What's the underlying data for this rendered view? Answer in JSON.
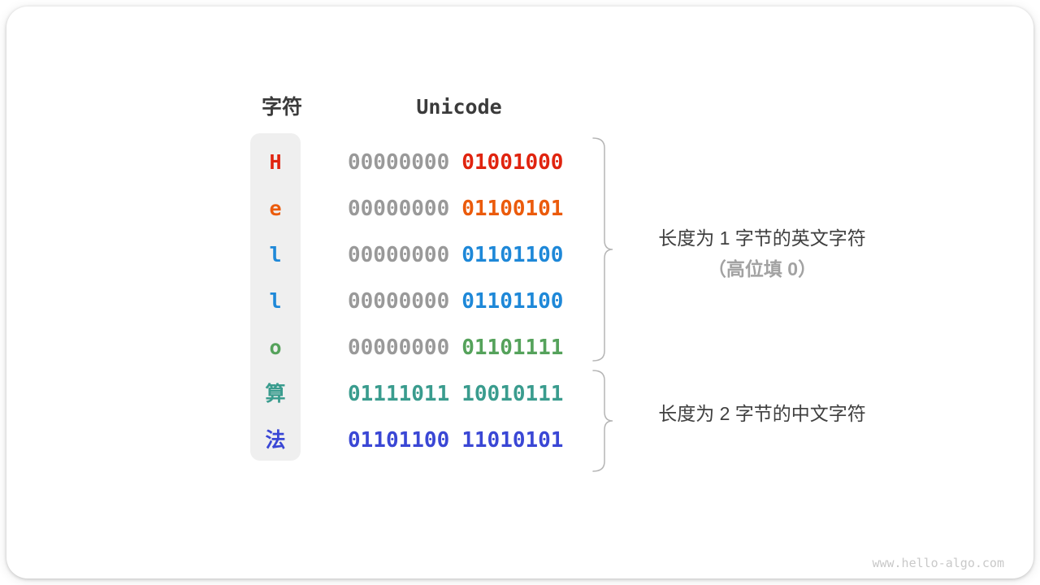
{
  "page": {
    "watermark": "www.hello-algo.com"
  },
  "colors": {
    "dark_text": "#3b3b3b",
    "gray_byte": "#999999",
    "char_col_bg": "#efefef",
    "brace_line": "#b5b5b5",
    "annotation_main": "#3f3f3f",
    "annotation_muted": "#a2a2a2",
    "watermark": "#c9c9c9",
    "red": "#e0240f",
    "orange": "#eb5b0c",
    "azure": "#1e88d8",
    "green": "#55a25b",
    "teal": "#3a9c8e",
    "indigo": "#3a47d5"
  },
  "table": {
    "char_header": "字符",
    "unicode_header": "Unicode",
    "rows": [
      {
        "char": "H",
        "color": "#e0240f",
        "byte1": "00000000",
        "byte1_color": "#999999",
        "byte2": "01001000",
        "byte2_color": "#e0240f"
      },
      {
        "char": "e",
        "color": "#eb5b0c",
        "byte1": "00000000",
        "byte1_color": "#999999",
        "byte2": "01100101",
        "byte2_color": "#eb5b0c"
      },
      {
        "char": "l",
        "color": "#1e88d8",
        "byte1": "00000000",
        "byte1_color": "#999999",
        "byte2": "01101100",
        "byte2_color": "#1e88d8"
      },
      {
        "char": "l",
        "color": "#1e88d8",
        "byte1": "00000000",
        "byte1_color": "#999999",
        "byte2": "01101100",
        "byte2_color": "#1e88d8"
      },
      {
        "char": "o",
        "color": "#55a25b",
        "byte1": "00000000",
        "byte1_color": "#999999",
        "byte2": "01101111",
        "byte2_color": "#55a25b"
      },
      {
        "char": "算",
        "color": "#3a9c8e",
        "byte1": "01111011",
        "byte1_color": "#3a9c8e",
        "byte2": "10010111",
        "byte2_color": "#3a9c8e"
      },
      {
        "char": "法",
        "color": "#3a47d5",
        "byte1": "01101100",
        "byte1_color": "#3a47d5",
        "byte2": "11010101",
        "byte2_color": "#3a47d5"
      }
    ]
  },
  "annotations": {
    "english": {
      "line1": "长度为 1 字节的英文字符",
      "line2": "（高位填 0）"
    },
    "chinese": {
      "line1": "长度为 2 字节的中文字符"
    }
  }
}
